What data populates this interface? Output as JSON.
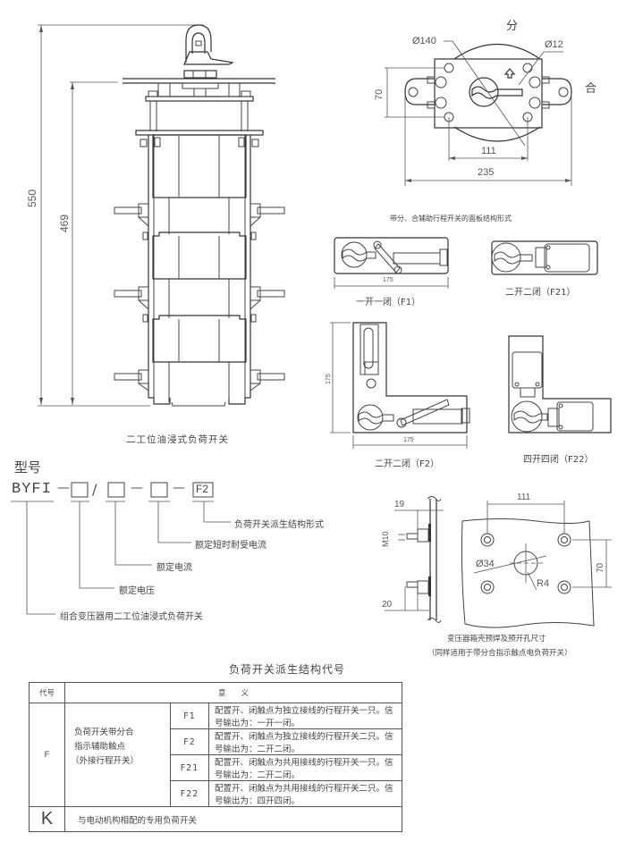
{
  "main_drawing": {
    "dim_total": "550",
    "dim_body": "469",
    "caption": "二工位油浸式负荷开关"
  },
  "panel_drawing": {
    "label_open": "分",
    "label_close": "合",
    "dim_dia_large": "Ø140",
    "dim_dia_small": "Ø12",
    "dim_height": "70",
    "dim_hole_span": "111",
    "dim_total_width": "235",
    "caption": "带分、合辅助行程开关的面板结构形式"
  },
  "variants": [
    {
      "code": "F1",
      "caption": "一开一闭（F1）",
      "dim_width": "175"
    },
    {
      "code": "F21",
      "caption": "二开二闭（F21）"
    },
    {
      "code": "F2",
      "caption": "二开二闭（F2）",
      "dim_width": "175",
      "dim_height": "175"
    },
    {
      "code": "F22",
      "caption": "四开四闭（F22）"
    }
  ],
  "model_code": {
    "title": "型号",
    "prefix": "BYFI",
    "sep1": "—",
    "slash": "/",
    "sep2": "—",
    "sep3": "—",
    "suffix": "F2",
    "legend": [
      "负荷开关派生结构形式",
      "额定短时耐受电流",
      "额定电流",
      "额定电压",
      "组合变压器用二工位油浸式负荷开关"
    ]
  },
  "mounting_drawing": {
    "dim_19": "19",
    "dim_m10": "M10",
    "dim_20": "20",
    "dim_111": "111",
    "dim_70": "70",
    "dim_dia": "Ø34",
    "dim_r": "R4",
    "caption_line1": "变压器箱壳预焊及预开孔尺寸",
    "caption_line2": "（同样适用于带分合指示触点电负荷开关）"
  },
  "spec_table": {
    "title": "负荷开关派生结构代号",
    "header_code": "代号",
    "header_meaning": "意　　义",
    "rows": [
      {
        "code": "F",
        "description": [
          "负荷开关带分合",
          "指示辅助触点",
          "（外接行程开关）"
        ],
        "subrows": [
          {
            "subcode": "F1",
            "meaning": "配置开、闭触点为独立接线的行程开关一只。信号输出为：一开一闭。"
          },
          {
            "subcode": "F2",
            "meaning": "配置开、闭触点为独立接线的行程开关二只。信号输出为：二开二闭。"
          },
          {
            "subcode": "F21",
            "meaning": "配置开、闭触点为共用接线的行程开关一只。信号输出为：二开二闭。"
          },
          {
            "subcode": "F22",
            "meaning": "配置开、闭触点为共用接线的行程开关二只。信号输出为：四开四闭。"
          }
        ]
      },
      {
        "code": "K",
        "description": [
          "与电动机构相配的专用负荷开关"
        ]
      }
    ]
  }
}
